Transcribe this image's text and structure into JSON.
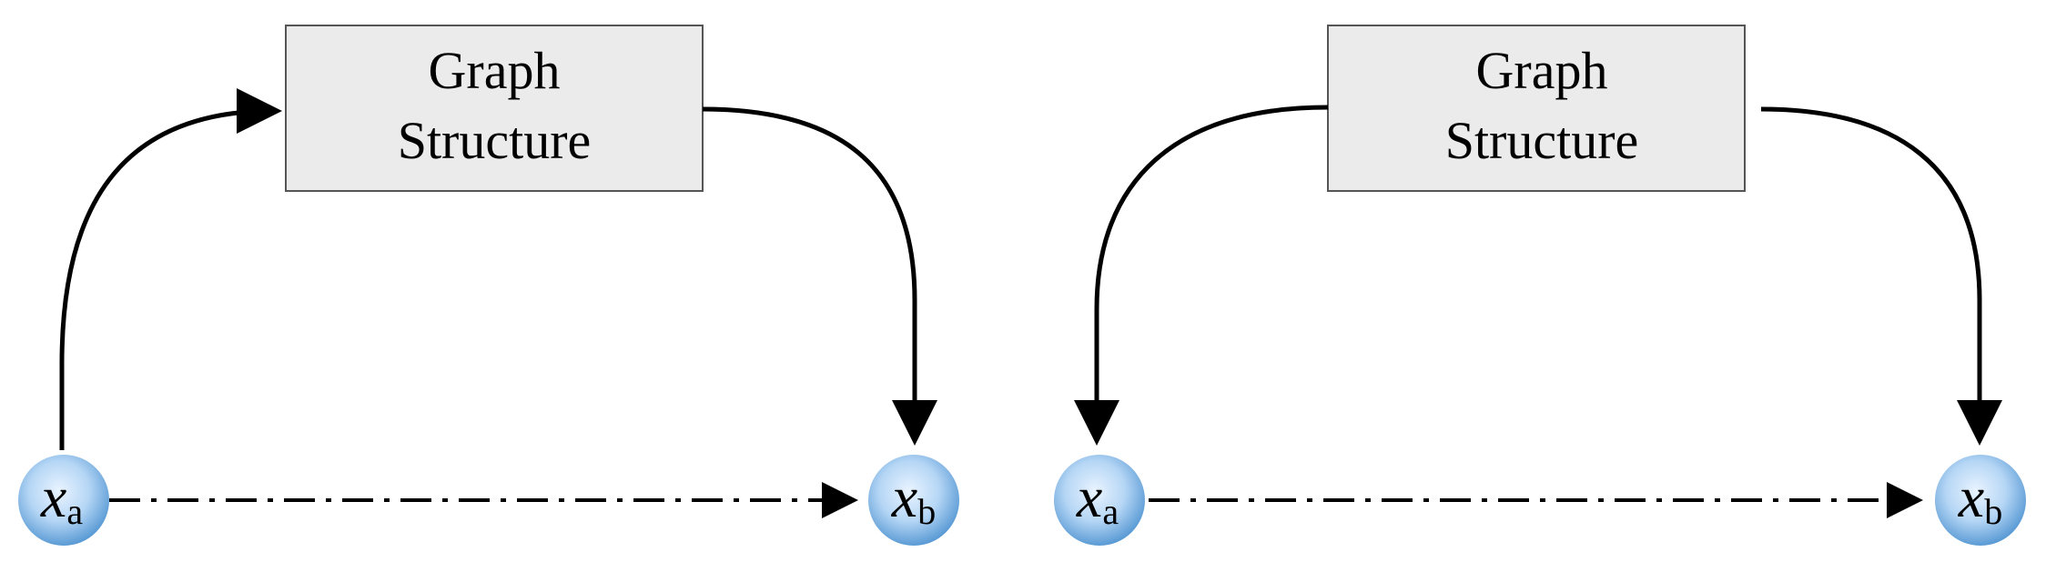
{
  "panels": [
    {
      "box": {
        "line1": "Graph",
        "line2": "Structure"
      },
      "node_a": {
        "var": "x",
        "sub": "a"
      },
      "node_b": {
        "var": "x",
        "sub": "b"
      },
      "left_arrow": "to-box"
    },
    {
      "box": {
        "line1": "Graph",
        "line2": "Structure"
      },
      "node_a": {
        "var": "x",
        "sub": "a"
      },
      "node_b": {
        "var": "x",
        "sub": "b"
      },
      "left_arrow": "to-node"
    }
  ],
  "colors": {
    "box_fill": "#ebebeb",
    "box_stroke": "#555555",
    "node_center": "#eaf4ff",
    "node_mid": "#b5d6f5",
    "node_edge": "#5b9bd5",
    "arrow": "#000000"
  }
}
